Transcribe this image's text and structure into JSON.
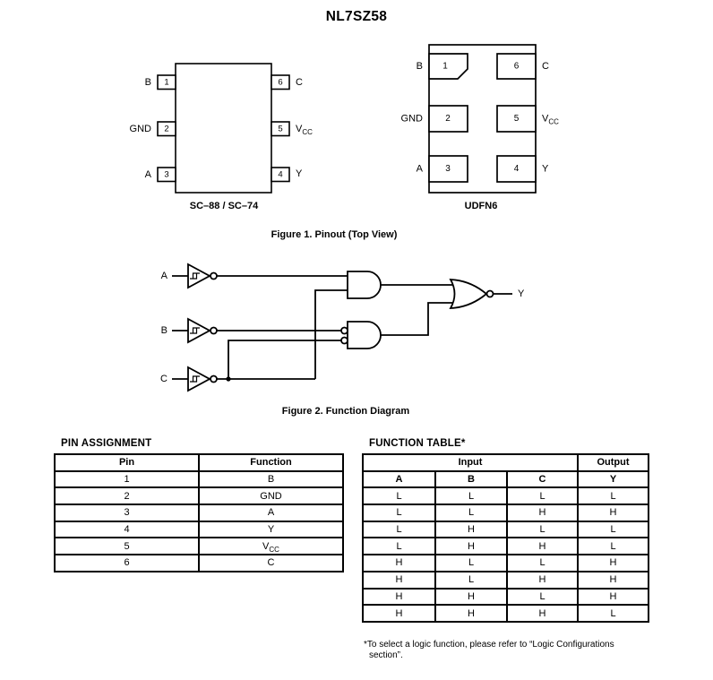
{
  "page": {
    "title": "NL7SZ58"
  },
  "pinout": {
    "p1": {
      "num": "1",
      "label": "B"
    },
    "p2": {
      "num": "2",
      "label": "GND"
    },
    "p3": {
      "num": "3",
      "label": "A"
    },
    "p4": {
      "num": "4",
      "label": "Y"
    },
    "p5": {
      "num": "5",
      "label_main": "V",
      "label_sub": "CC"
    },
    "p6": {
      "num": "6",
      "label": "C"
    }
  },
  "figure1": {
    "caption": "Figure 1. Pinout (Top View)",
    "sc88_label": "SC–88 / SC–74",
    "udfn6_label": "UDFN6"
  },
  "figure2": {
    "caption": "Figure 2. Function Diagram",
    "input_a": "A",
    "input_b": "B",
    "input_c": "C",
    "output_y": "Y"
  },
  "pin_assignment": {
    "heading": "PIN ASSIGNMENT",
    "col_headers": [
      "Pin",
      "Function"
    ],
    "rows": [
      [
        "1",
        "B"
      ],
      [
        "2",
        "GND"
      ],
      [
        "3",
        "A"
      ],
      [
        "4",
        "Y"
      ],
      [
        "5",
        {
          "main": "V",
          "sub": "CC"
        }
      ],
      [
        "6",
        "C"
      ]
    ]
  },
  "function_table": {
    "heading": "FUNCTION TABLE*",
    "group_headers": [
      "Input",
      "Output"
    ],
    "col_headers": [
      "A",
      "B",
      "C",
      "Y"
    ],
    "rows": [
      [
        "L",
        "L",
        "L",
        "L"
      ],
      [
        "L",
        "L",
        "H",
        "H"
      ],
      [
        "L",
        "H",
        "L",
        "L"
      ],
      [
        "L",
        "H",
        "H",
        "L"
      ],
      [
        "H",
        "L",
        "L",
        "H"
      ],
      [
        "H",
        "L",
        "H",
        "H"
      ],
      [
        "H",
        "H",
        "L",
        "H"
      ],
      [
        "H",
        "H",
        "H",
        "L"
      ]
    ],
    "footnote_line1": "*To select a logic function, please refer to “Logic Configurations",
    "footnote_line2": "section”."
  }
}
